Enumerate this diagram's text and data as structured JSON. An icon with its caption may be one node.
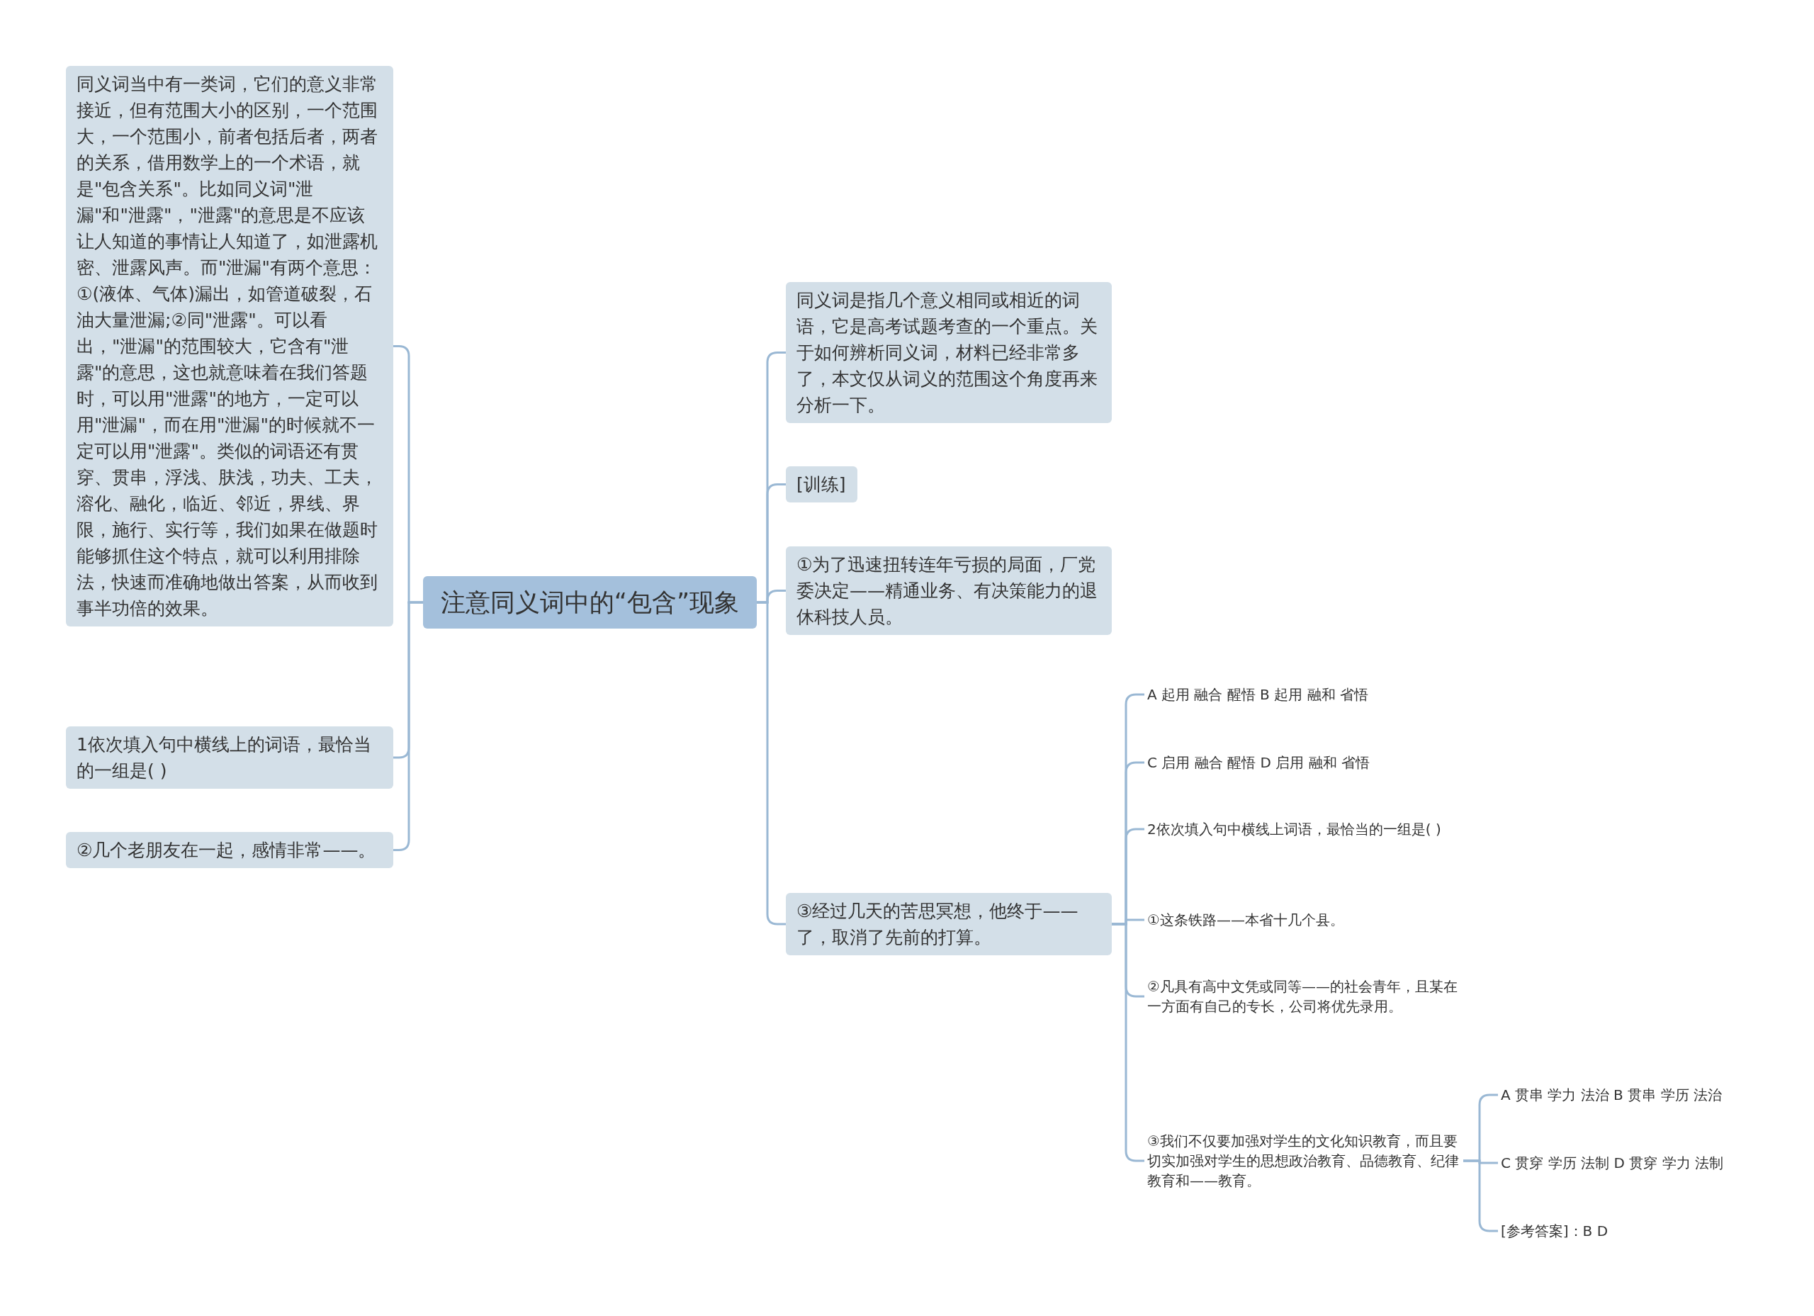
{
  "diagram": {
    "nodes": [
      {
        "text": [
          "注意同义词中的“包含”现象"
        ]
      },
      {
        "text": [
          "同义词当中有一类词，它们的意义非常接近，但有范围大小的区别，一个范围大，一个范围小，前者包括后者，两者的关系，借用数学上的一个术语，就是\"包含关系\"。比如同义词\"泄漏\"和\"泄露\"，\"泄露\"的意思是不应该让人知道的事情让人知道了，如泄露机密、泄露风声。而\"泄漏\"有两个意思：①(液体、气体)漏出，如管道破裂，石油大量泄漏;②同\"泄露\"。可以看出，\"泄漏\"的范围较大，它含有\"泄露\"的意思，这也就意味着在我们答题时，可以用\"泄露\"的地方，一定可以用\"泄漏\"，而在用\"泄漏\"的时候就不一定可以用\"泄露\"。类似的词语还有贯穿、贯串，浮浅、肤浅，功夫、工夫，溶化、融化，临近、邻近，界线、界限，施行、实行等，我们如果在做题时能够抓住这个特点，就可以利用排除法，快速而准确地做出答案，从而收到事半功倍的效果。"
        ]
      },
      {
        "text": [
          "1依次填入句中横线上的词语，最恰当的一组是( )"
        ]
      },
      {
        "text": [
          "②几个老朋友在一起，感情非常——。"
        ]
      },
      {
        "text": [
          "同义词是指几个意义相同或相近的词语，它是高考试题考查的一个重点。关于如何辨析同义词，材料已经非常多了，本文仅从词义的范围这个角度再来分析一下。"
        ]
      },
      {
        "text": [
          "[训练]"
        ]
      },
      {
        "text": [
          "①为了迅速扭转连年亏损的局面，厂党委决定——精通业务、有决策能力的退休科技人员。"
        ]
      },
      {
        "text": [
          "③经过几天的苦思冥想，他终于——了，取消了先前的打算。"
        ]
      },
      {
        "text": [
          "A 起用 融合 醒悟 B 起用 融和 省悟"
        ]
      },
      {
        "text": [
          "C 启用 融合 醒悟 D 启用 融和 省悟"
        ]
      },
      {
        "text": [
          "2依次填入句中横线上词语，最恰当的一组是( )"
        ]
      },
      {
        "text": [
          "①这条铁路——本省十几个县。"
        ]
      },
      {
        "text": [
          "②凡具有高中文凭或同等——的社会青年，且某在一方面有自己的专长，公司将优先录用。"
        ]
      },
      {
        "text": [
          "③我们不仅要加强对学生的文化知识教育，而且要切实加强对学生的思想政治教育、品德教育、纪律教育和——教育。"
        ]
      },
      {
        "text": [
          "A 贯串 学力 法治 B 贯串 学历 法治"
        ]
      },
      {
        "text": [
          "C 贯穿 学历 法制 D 贯穿 学力 法制"
        ]
      },
      {
        "text": [
          "[参考答案]：B D"
        ]
      }
    ],
    "edges": [
      {
        "from": 0,
        "to": 1,
        "arrow": "none"
      },
      {
        "from": 0,
        "to": 2,
        "arrow": "none"
      },
      {
        "from": 0,
        "to": 3,
        "arrow": "none"
      },
      {
        "from": 0,
        "to": 4,
        "arrow": "none"
      },
      {
        "from": 0,
        "to": 5,
        "arrow": "none"
      },
      {
        "from": 0,
        "to": 6,
        "arrow": "none"
      },
      {
        "from": 0,
        "to": 7,
        "arrow": "none"
      },
      {
        "from": 7,
        "to": 8,
        "arrow": "none"
      },
      {
        "from": 7,
        "to": 9,
        "arrow": "none"
      },
      {
        "from": 7,
        "to": 10,
        "arrow": "none"
      },
      {
        "from": 7,
        "to": 11,
        "arrow": "none"
      },
      {
        "from": 7,
        "to": 12,
        "arrow": "none"
      },
      {
        "from": 7,
        "to": 13,
        "arrow": "none"
      },
      {
        "from": 13,
        "to": 14,
        "arrow": "none"
      },
      {
        "from": 13,
        "to": 15,
        "arrow": "none"
      },
      {
        "from": 13,
        "to": 16,
        "arrow": "none"
      }
    ]
  }
}
